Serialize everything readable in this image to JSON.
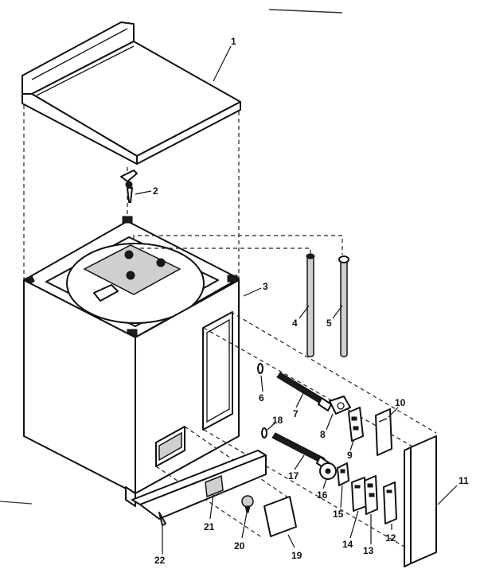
{
  "callouts": [
    {
      "id": "1",
      "text": "1"
    },
    {
      "id": "2",
      "text": "2"
    },
    {
      "id": "3",
      "text": "3"
    },
    {
      "id": "4",
      "text": "4"
    },
    {
      "id": "5",
      "text": "5"
    },
    {
      "id": "6",
      "text": "6"
    },
    {
      "id": "7",
      "text": "7"
    },
    {
      "id": "8",
      "text": "8"
    },
    {
      "id": "9",
      "text": "9"
    },
    {
      "id": "10",
      "text": "10"
    },
    {
      "id": "11",
      "text": "11"
    },
    {
      "id": "12",
      "text": "12"
    },
    {
      "id": "13",
      "text": "13"
    },
    {
      "id": "14",
      "text": "14"
    },
    {
      "id": "15",
      "text": "15"
    },
    {
      "id": "16",
      "text": "16"
    },
    {
      "id": "17",
      "text": "17"
    },
    {
      "id": "18",
      "text": "18"
    },
    {
      "id": "19",
      "text": "19"
    },
    {
      "id": "20",
      "text": "20"
    },
    {
      "id": "21",
      "text": "21"
    },
    {
      "id": "22",
      "text": "22"
    }
  ]
}
